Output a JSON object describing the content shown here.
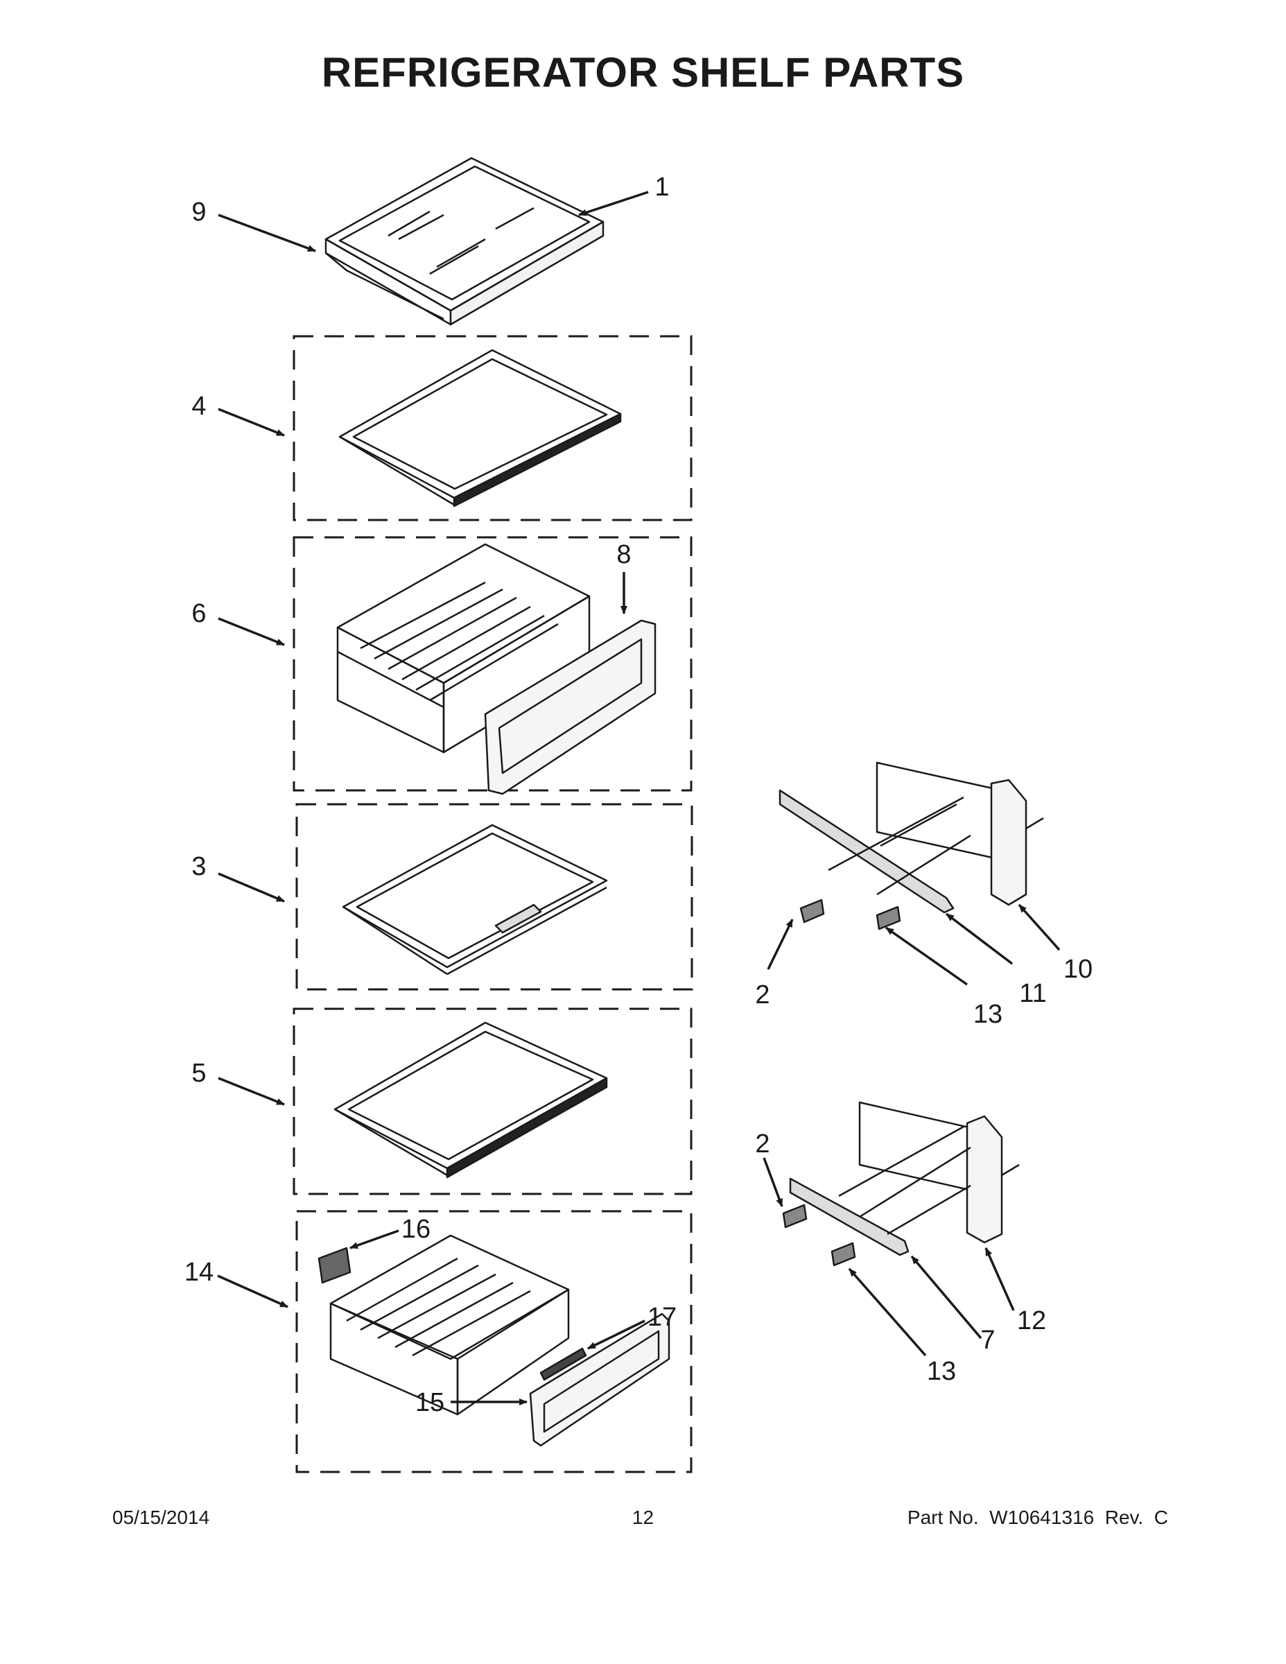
{
  "title": "REFRIGERATOR SHELF PARTS",
  "callouts": {
    "c1": "1",
    "c2a": "2",
    "c2b": "2",
    "c3": "3",
    "c4": "4",
    "c5": "5",
    "c6": "6",
    "c7": "7",
    "c8": "8",
    "c9": "9",
    "c10": "10",
    "c11": "11",
    "c12": "12",
    "c13a": "13",
    "c13b": "13",
    "c14": "14",
    "c15": "15",
    "c16": "16",
    "c17": "17"
  },
  "footer": {
    "date": "05/15/2014",
    "page": "12",
    "part_number": "Part No.  W10641316  Rev.  C"
  }
}
